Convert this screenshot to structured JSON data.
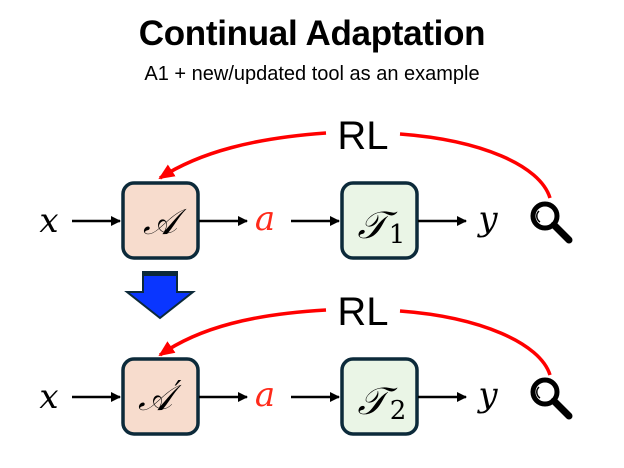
{
  "header": {
    "title": "Continual Adaptation",
    "subtitle": "A1 + new/updated tool as an example"
  },
  "colors": {
    "agent_fill": "#f7dccd",
    "tool_fill": "#eaf5e6",
    "box_stroke": "#0c2a3a",
    "feedback_arrow": "#ff0000",
    "action_text": "#ff2a1a",
    "transition_arrow": "#0a36ff"
  },
  "rows": [
    {
      "input": "x",
      "agent": "𝒜",
      "agent_prime": "",
      "action": "a",
      "tool": "𝒯",
      "tool_index": "1",
      "output": "y",
      "feedback_label": "RL",
      "evaluator_icon": "magnifier-icon"
    },
    {
      "input": "x",
      "agent": "𝒜",
      "agent_prime": "′",
      "action": "a",
      "tool": "𝒯",
      "tool_index": "2",
      "output": "y",
      "feedback_label": "RL",
      "evaluator_icon": "magnifier-icon"
    }
  ],
  "transition_icon": "down-arrow-icon"
}
